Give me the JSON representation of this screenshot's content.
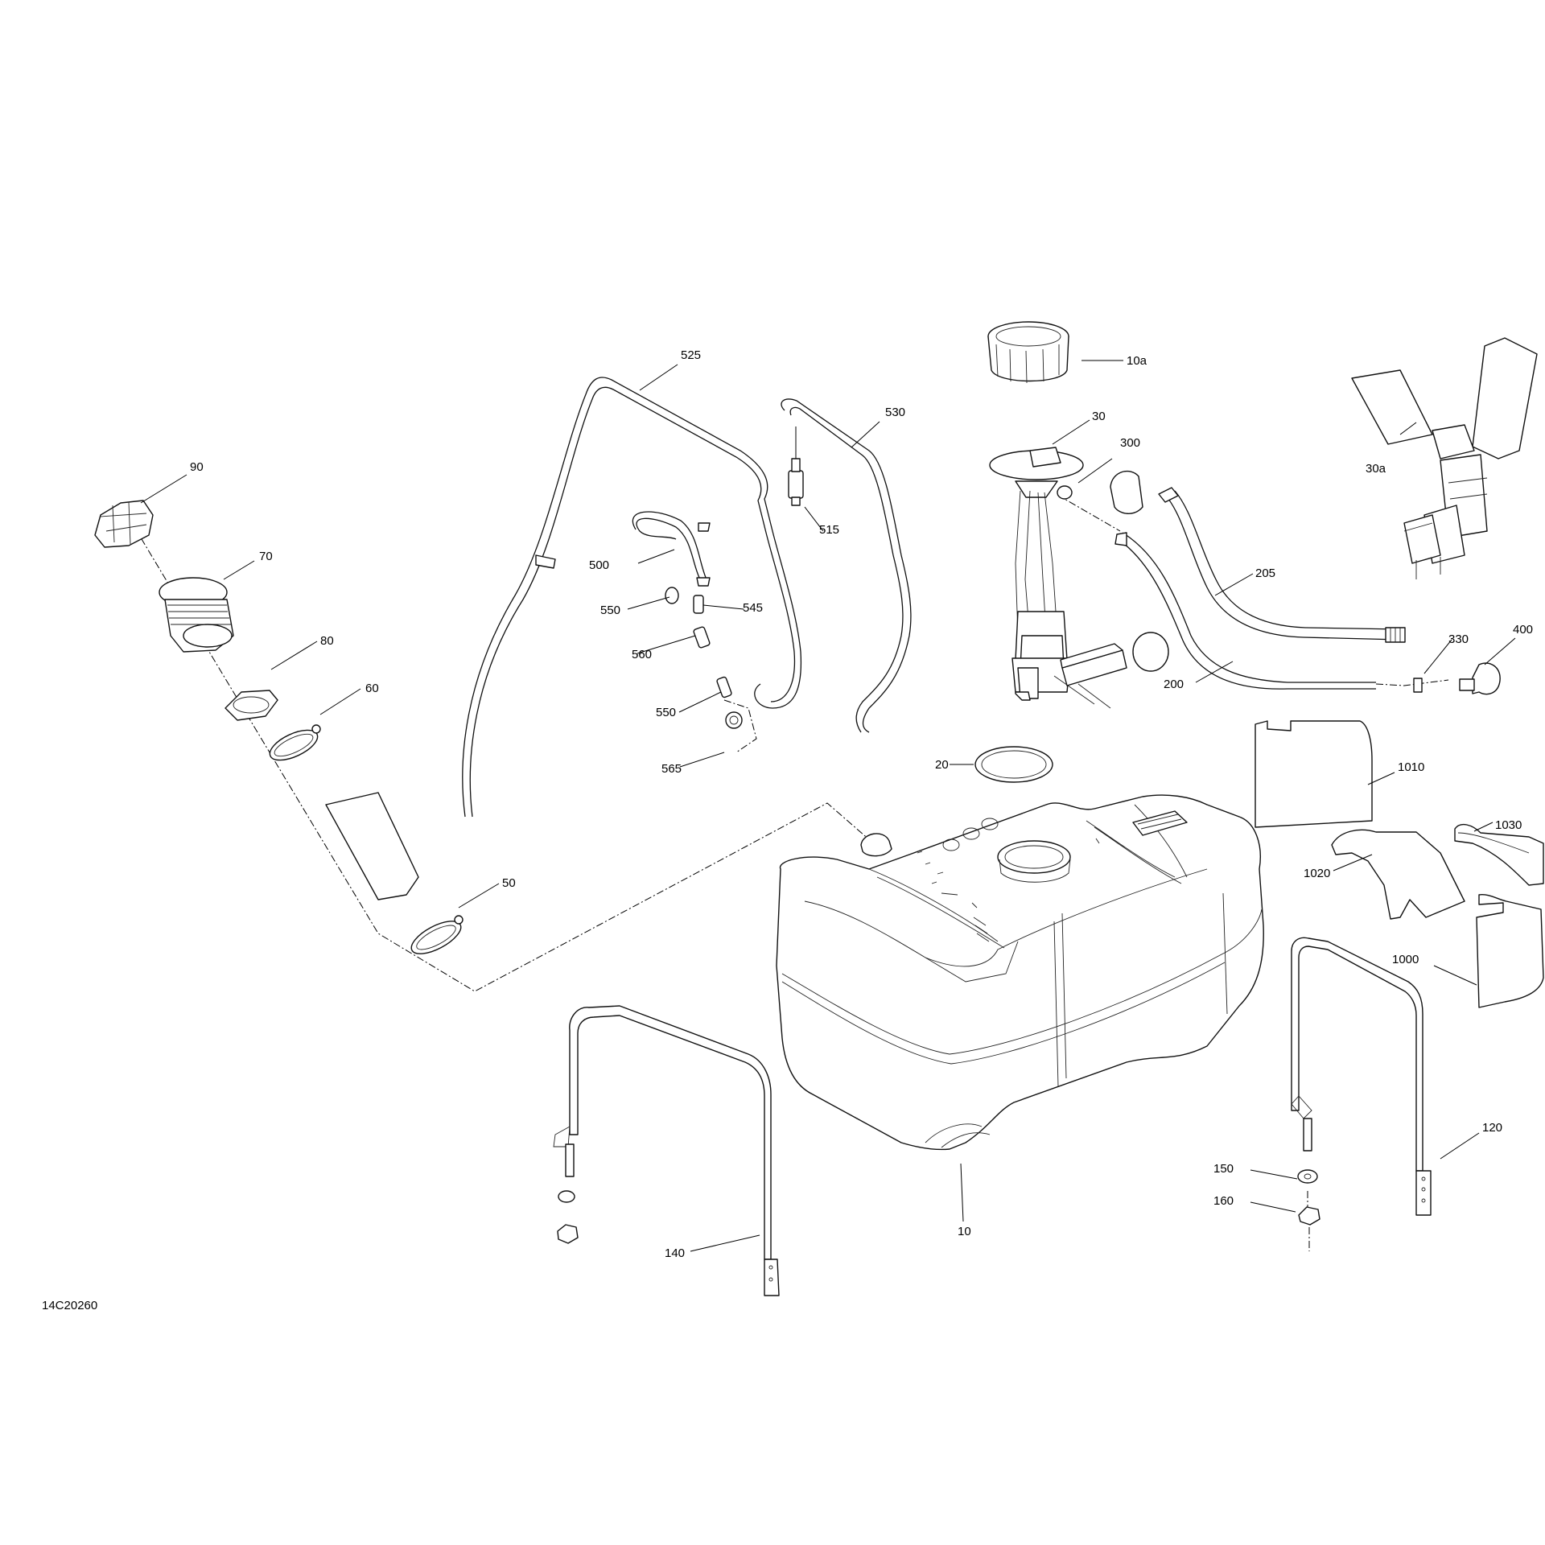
{
  "drawing_id": "14C20260",
  "callouts": {
    "c10": "10",
    "c10a": "10a",
    "c20": "20",
    "c30": "30",
    "c30a": "30a",
    "c50": "50",
    "c60": "60",
    "c70": "70",
    "c80": "80",
    "c90": "90",
    "c120": "120",
    "c140": "140",
    "c150": "150",
    "c160": "160",
    "c200": "200",
    "c205": "205",
    "c300": "300",
    "c330": "330",
    "c400": "400",
    "c500": "500",
    "c515": "515",
    "c525": "525",
    "c530": "530",
    "c545": "545",
    "c550a": "550",
    "c550b": "550",
    "c560": "560",
    "c565": "565",
    "c1000": "1000",
    "c1010": "1010",
    "c1020": "1020",
    "c1030": "1030"
  }
}
